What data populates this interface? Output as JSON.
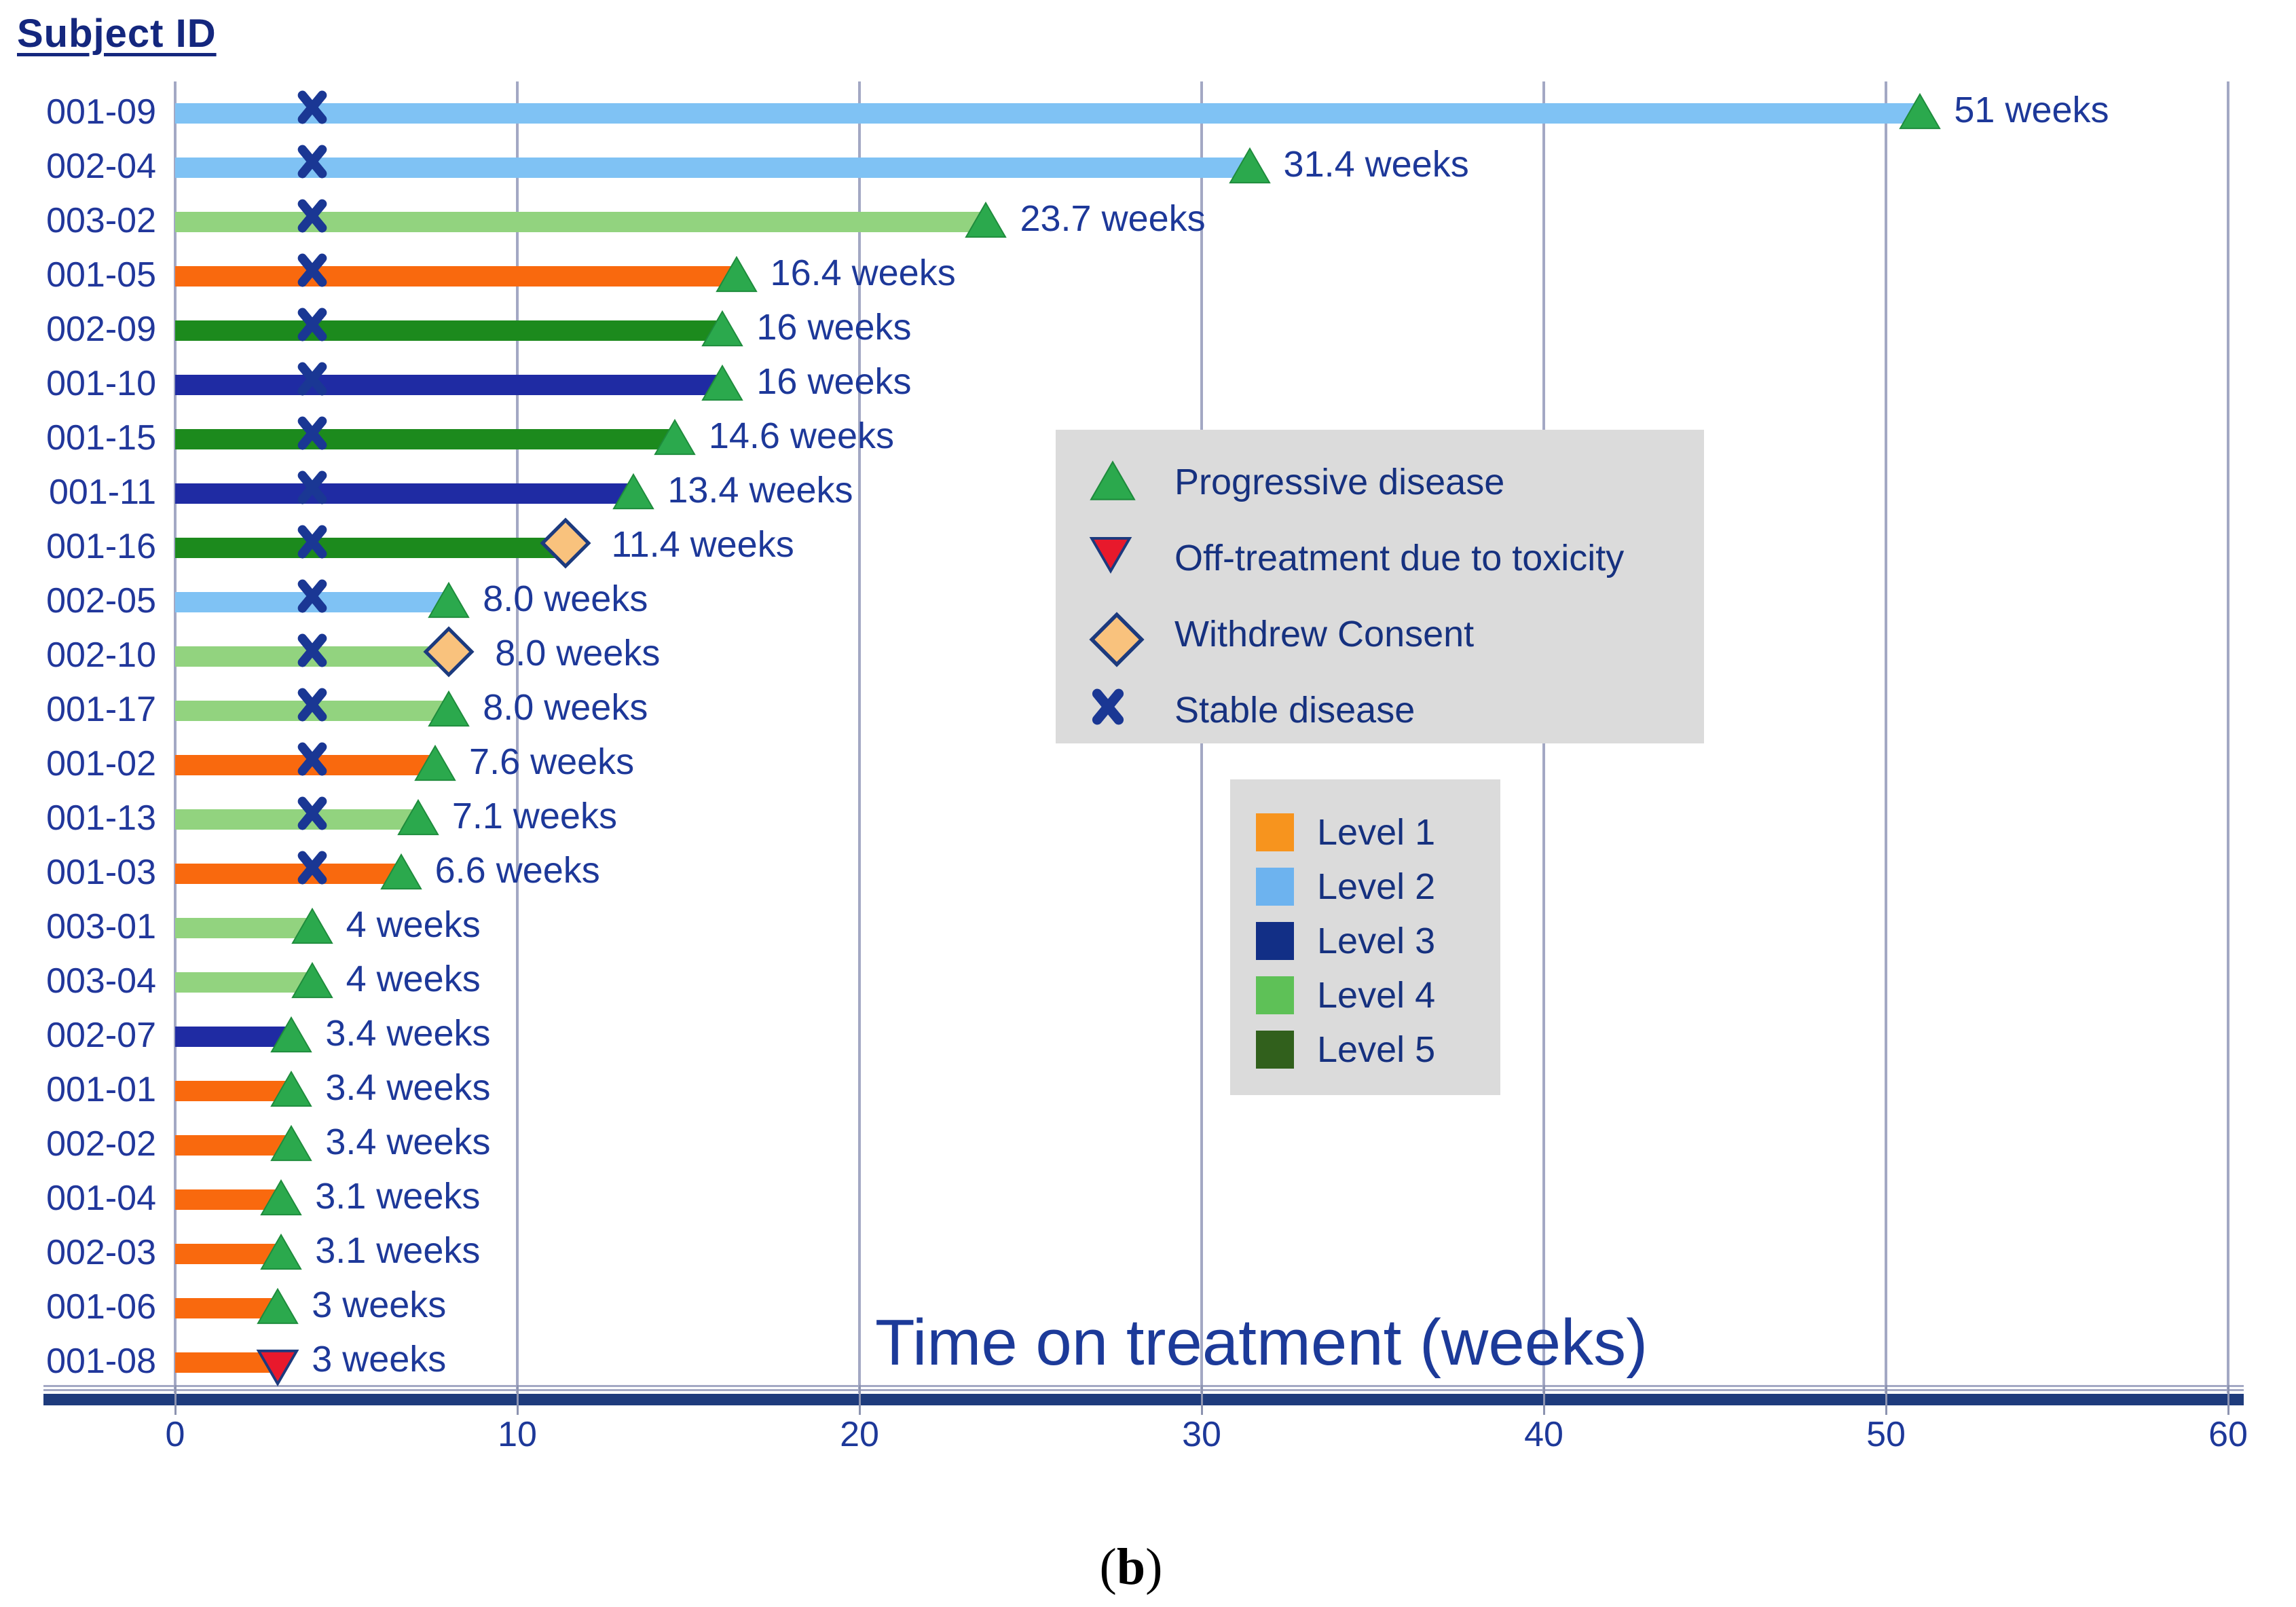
{
  "header": {
    "title": "Subject ID"
  },
  "axis": {
    "title": "Time on treatment (weeks)",
    "ticks": [
      0,
      10,
      20,
      30,
      40,
      50,
      60
    ],
    "max": 60
  },
  "caption": {
    "open": "(",
    "letter": "b",
    "close": ")"
  },
  "legend_markers": {
    "items": [
      {
        "icon": "triangle-up-icon",
        "label": "Progressive disease"
      },
      {
        "icon": "triangle-down-icon",
        "label": "Off-treatment due to toxicity"
      },
      {
        "icon": "diamond-icon",
        "label": "Withdrew Consent"
      },
      {
        "icon": "x-icon",
        "label": "Stable disease"
      }
    ]
  },
  "legend_levels": {
    "items": [
      {
        "label": "Level 1",
        "color": "#F7941E"
      },
      {
        "label": "Level 2",
        "color": "#6DB3EF"
      },
      {
        "label": "Level 3",
        "color": "#122F86"
      },
      {
        "label": "Level 4",
        "color": "#5EC157"
      },
      {
        "label": "Level 5",
        "color": "#31601C"
      }
    ]
  },
  "colors": {
    "grid": "#A3A8C4",
    "axis_band": "#1E3B7C",
    "text": "#1D3899",
    "legend_bg": "#DBDBDB",
    "x_marker": "#1A3794",
    "marker_green": "#2BA94D",
    "marker_green_edge": "#1E8B3C",
    "marker_red": "#E8192C",
    "marker_diamond": "#F9C27D",
    "marker_outline": "#1C3A7E",
    "bar_colors_by_level": {
      "1": "#F9690E",
      "2": "#7FC2F4",
      "3": "#1F2BA3",
      "4": "#92D37F",
      "5": "#1C8A1D"
    }
  },
  "chart_data": {
    "type": "bar",
    "orientation": "horizontal",
    "title": "",
    "xlabel": "Time on treatment (weeks)",
    "ylabel": "Subject ID",
    "xlim": [
      0,
      60
    ],
    "x_ticks": [
      0,
      10,
      20,
      30,
      40,
      50,
      60
    ],
    "grid": "vertical",
    "stable_disease_marker_week": 4,
    "rows": [
      {
        "id": "001-09",
        "dose_level": 2,
        "weeks": 51,
        "label": "51 weeks",
        "end_event": "progressive",
        "stable_at_week": 4
      },
      {
        "id": "002-04",
        "dose_level": 2,
        "weeks": 31.4,
        "label": "31.4 weeks",
        "end_event": "progressive",
        "stable_at_week": 4
      },
      {
        "id": "003-02",
        "dose_level": 4,
        "weeks": 23.7,
        "label": "23.7 weeks",
        "end_event": "progressive",
        "stable_at_week": 4
      },
      {
        "id": "001-05",
        "dose_level": 1,
        "weeks": 16.4,
        "label": "16.4 weeks",
        "end_event": "progressive",
        "stable_at_week": 4
      },
      {
        "id": "002-09",
        "dose_level": 5,
        "weeks": 16,
        "label": "16 weeks",
        "end_event": "progressive",
        "stable_at_week": 4
      },
      {
        "id": "001-10",
        "dose_level": 3,
        "weeks": 16,
        "label": "16 weeks",
        "end_event": "progressive",
        "stable_at_week": 4
      },
      {
        "id": "001-15",
        "dose_level": 5,
        "weeks": 14.6,
        "label": "14.6 weeks",
        "end_event": "progressive",
        "stable_at_week": 4
      },
      {
        "id": "001-11",
        "dose_level": 3,
        "weeks": 13.4,
        "label": "13.4 weeks",
        "end_event": "progressive",
        "stable_at_week": 4
      },
      {
        "id": "001-16",
        "dose_level": 5,
        "weeks": 11.4,
        "label": "11.4 weeks",
        "end_event": "withdrew",
        "stable_at_week": 4
      },
      {
        "id": "002-05",
        "dose_level": 2,
        "weeks": 8,
        "label": "8.0 weeks",
        "end_event": "progressive",
        "stable_at_week": 4
      },
      {
        "id": "002-10",
        "dose_level": 4,
        "weeks": 8,
        "label": "8.0 weeks",
        "end_event": "withdrew",
        "stable_at_week": 4
      },
      {
        "id": "001-17",
        "dose_level": 4,
        "weeks": 8,
        "label": "8.0 weeks",
        "end_event": "progressive",
        "stable_at_week": 4
      },
      {
        "id": "001-02",
        "dose_level": 1,
        "weeks": 7.6,
        "label": "7.6 weeks",
        "end_event": "progressive",
        "stable_at_week": 4
      },
      {
        "id": "001-13",
        "dose_level": 4,
        "weeks": 7.1,
        "label": "7.1 weeks",
        "end_event": "progressive",
        "stable_at_week": 4
      },
      {
        "id": "001-03",
        "dose_level": 1,
        "weeks": 6.6,
        "label": "6.6 weeks",
        "end_event": "progressive",
        "stable_at_week": 4
      },
      {
        "id": "003-01",
        "dose_level": 4,
        "weeks": 4,
        "label": "4 weeks",
        "end_event": "progressive",
        "stable_at_week": null
      },
      {
        "id": "003-04",
        "dose_level": 4,
        "weeks": 4,
        "label": "4 weeks",
        "end_event": "progressive",
        "stable_at_week": null
      },
      {
        "id": "002-07",
        "dose_level": 3,
        "weeks": 3.4,
        "label": "3.4 weeks",
        "end_event": "progressive",
        "stable_at_week": null
      },
      {
        "id": "001-01",
        "dose_level": 1,
        "weeks": 3.4,
        "label": "3.4 weeks",
        "end_event": "progressive",
        "stable_at_week": null
      },
      {
        "id": "002-02",
        "dose_level": 1,
        "weeks": 3.4,
        "label": "3.4 weeks",
        "end_event": "progressive",
        "stable_at_week": null
      },
      {
        "id": "001-04",
        "dose_level": 1,
        "weeks": 3.1,
        "label": "3.1 weeks",
        "end_event": "progressive",
        "stable_at_week": null
      },
      {
        "id": "002-03",
        "dose_level": 1,
        "weeks": 3.1,
        "label": "3.1 weeks",
        "end_event": "progressive",
        "stable_at_week": null
      },
      {
        "id": "001-06",
        "dose_level": 1,
        "weeks": 3,
        "label": "3 weeks",
        "end_event": "progressive",
        "stable_at_week": null
      },
      {
        "id": "001-08",
        "dose_level": 1,
        "weeks": 3,
        "label": "3 weeks",
        "end_event": "toxicity",
        "stable_at_week": null
      }
    ]
  }
}
